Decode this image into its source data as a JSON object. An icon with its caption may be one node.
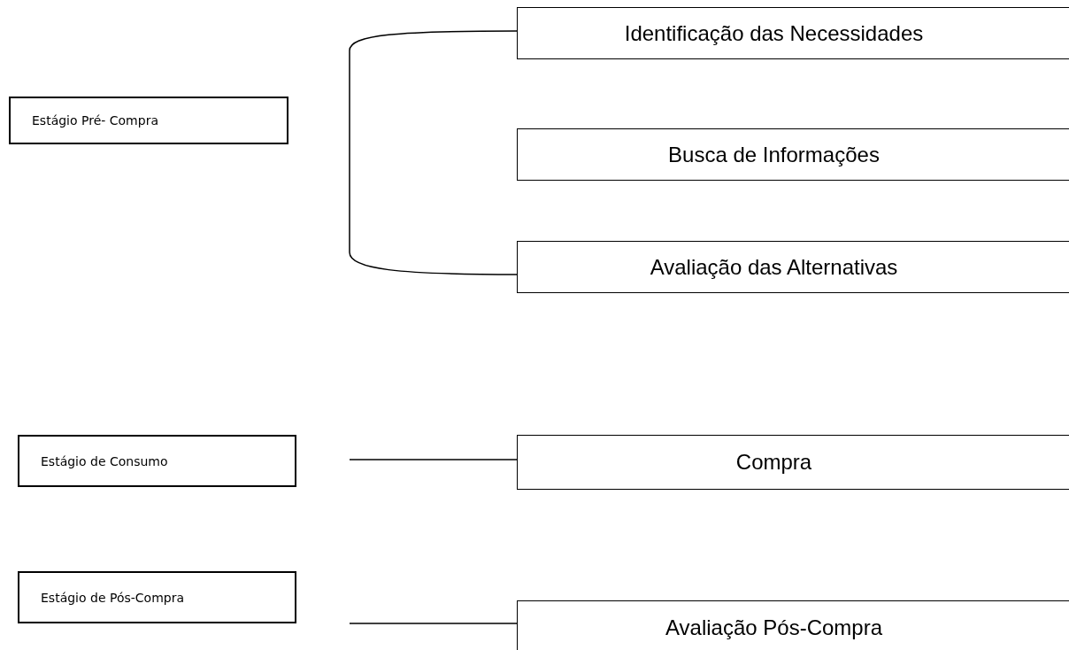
{
  "diagram": {
    "nodes": [
      {
        "text": [
          "Estágio Pré- Compra"
        ]
      },
      {
        "text": [
          "Identificação das Necessidades"
        ]
      },
      {
        "text": [
          "Busca de Informações"
        ]
      },
      {
        "text": [
          "Avaliação das Alternativas"
        ]
      },
      {
        "text": [
          "Estágio de Consumo"
        ]
      },
      {
        "text": [
          "Compra"
        ]
      },
      {
        "text": [
          "Estágio de Pós-Compra"
        ]
      },
      {
        "text": [
          "Avaliação Pós-Compra"
        ]
      }
    ],
    "edges": [
      {
        "from": 1,
        "to": 3,
        "arrow": "none"
      },
      {
        "from": null,
        "to": 5,
        "arrow": "none"
      },
      {
        "from": null,
        "to": 7,
        "arrow": "none"
      }
    ]
  }
}
